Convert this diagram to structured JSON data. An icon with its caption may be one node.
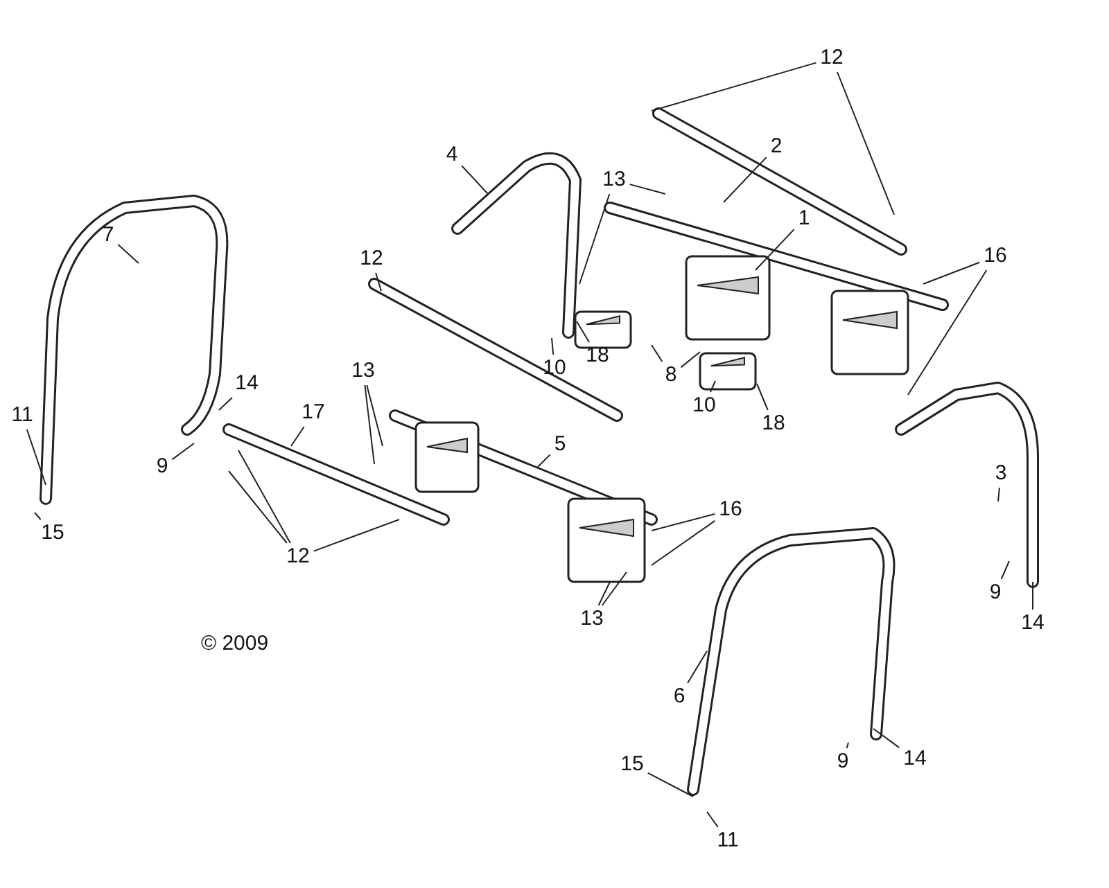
{
  "diagram": {
    "nodes": [
      {
        "text": [
          "12"
        ]
      },
      {
        "text": [
          "4"
        ]
      },
      {
        "text": [
          "2"
        ]
      },
      {
        "text": [
          "13"
        ]
      },
      {
        "text": [
          "1"
        ]
      },
      {
        "text": [
          "7"
        ]
      },
      {
        "text": [
          "16"
        ]
      },
      {
        "text": [
          "12"
        ]
      },
      {
        "text": [
          "18"
        ]
      },
      {
        "text": [
          "10"
        ]
      },
      {
        "text": [
          "13"
        ]
      },
      {
        "text": [
          "8"
        ]
      },
      {
        "text": [
          "14"
        ]
      },
      {
        "text": [
          "10"
        ]
      },
      {
        "text": [
          "17"
        ]
      },
      {
        "text": [
          "18"
        ]
      },
      {
        "text": [
          "11"
        ]
      },
      {
        "text": [
          "5"
        ]
      },
      {
        "text": [
          "9"
        ]
      },
      {
        "text": [
          "3"
        ]
      },
      {
        "text": [
          "16"
        ]
      },
      {
        "text": [
          "15"
        ]
      },
      {
        "text": [
          "12"
        ]
      },
      {
        "text": [
          "9"
        ]
      },
      {
        "text": [
          "13"
        ]
      },
      {
        "text": [
          "14"
        ]
      },
      {
        "text": [
          "6"
        ]
      },
      {
        "text": [
          "14"
        ]
      },
      {
        "text": [
          "9"
        ]
      },
      {
        "text": [
          "15"
        ]
      },
      {
        "text": [
          "11"
        ]
      }
    ],
    "edges": [
      {
        "from": 0,
        "to": null,
        "arrow": "none"
      },
      {
        "from": 0,
        "to": null,
        "arrow": "none"
      },
      {
        "from": 1,
        "to": null,
        "arrow": "none"
      },
      {
        "from": 2,
        "to": null,
        "arrow": "none"
      },
      {
        "from": 3,
        "to": null,
        "arrow": "none"
      },
      {
        "from": 3,
        "to": null,
        "arrow": "none"
      },
      {
        "from": 4,
        "to": null,
        "arrow": "none"
      },
      {
        "from": 5,
        "to": null,
        "arrow": "none"
      },
      {
        "from": 6,
        "to": null,
        "arrow": "none"
      },
      {
        "from": 6,
        "to": null,
        "arrow": "none"
      },
      {
        "from": 7,
        "to": null,
        "arrow": "none"
      },
      {
        "from": 8,
        "to": null,
        "arrow": "none"
      },
      {
        "from": 9,
        "to": null,
        "arrow": "none"
      },
      {
        "from": 10,
        "to": null,
        "arrow": "none"
      },
      {
        "from": 10,
        "to": null,
        "arrow": "none"
      },
      {
        "from": 11,
        "to": null,
        "arrow": "none"
      },
      {
        "from": 11,
        "to": null,
        "arrow": "none"
      },
      {
        "from": 12,
        "to": null,
        "arrow": "none"
      },
      {
        "from": 13,
        "to": null,
        "arrow": "none"
      },
      {
        "from": 14,
        "to": null,
        "arrow": "none"
      },
      {
        "from": 15,
        "to": null,
        "arrow": "none"
      },
      {
        "from": 16,
        "to": null,
        "arrow": "none"
      },
      {
        "from": 17,
        "to": null,
        "arrow": "none"
      },
      {
        "from": 18,
        "to": null,
        "arrow": "none"
      },
      {
        "from": 19,
        "to": null,
        "arrow": "none"
      },
      {
        "from": 20,
        "to": null,
        "arrow": "none"
      },
      {
        "from": 20,
        "to": null,
        "arrow": "none"
      },
      {
        "from": 21,
        "to": null,
        "arrow": "none"
      },
      {
        "from": 22,
        "to": null,
        "arrow": "none"
      },
      {
        "from": 22,
        "to": null,
        "arrow": "none"
      },
      {
        "from": 22,
        "to": null,
        "arrow": "none"
      },
      {
        "from": 23,
        "to": null,
        "arrow": "none"
      },
      {
        "from": 24,
        "to": null,
        "arrow": "none"
      },
      {
        "from": 24,
        "to": null,
        "arrow": "none"
      },
      {
        "from": 25,
        "to": null,
        "arrow": "none"
      },
      {
        "from": 26,
        "to": null,
        "arrow": "none"
      },
      {
        "from": 27,
        "to": null,
        "arrow": "none"
      },
      {
        "from": 28,
        "to": null,
        "arrow": "none"
      },
      {
        "from": 29,
        "to": null,
        "arrow": "none"
      },
      {
        "from": 30,
        "to": null,
        "arrow": "none"
      }
    ],
    "labels": [
      "© 2009"
    ]
  }
}
